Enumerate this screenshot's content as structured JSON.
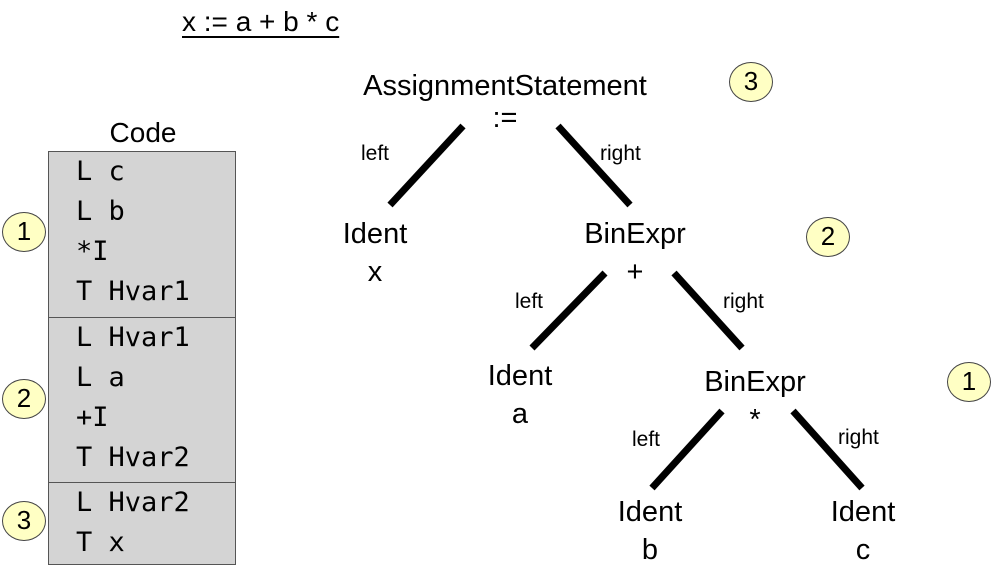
{
  "title": "x := a + b * c",
  "code": {
    "label": "Code",
    "blocks": [
      {
        "badge": "1",
        "lines": [
          "L c",
          "L b",
          "*I",
          "T Hvar1"
        ]
      },
      {
        "badge": "2",
        "lines": [
          "L Hvar1",
          "L a",
          "+I",
          "T Hvar2"
        ]
      },
      {
        "badge": "3",
        "lines": [
          "L Hvar2",
          "T x"
        ]
      }
    ]
  },
  "tree": {
    "root": {
      "name": "AssignmentStatement",
      "op": ":=",
      "badge": "3"
    },
    "ident_x": {
      "name": "Ident",
      "value": "x"
    },
    "binexpr_plus": {
      "name": "BinExpr",
      "op": "+",
      "badge": "2"
    },
    "ident_a": {
      "name": "Ident",
      "value": "a"
    },
    "binexpr_mul": {
      "name": "BinExpr",
      "op": "*",
      "badge": "1"
    },
    "ident_b": {
      "name": "Ident",
      "value": "b"
    },
    "ident_c": {
      "name": "Ident",
      "value": "c"
    },
    "edge_left": "left",
    "edge_right": "right"
  }
}
